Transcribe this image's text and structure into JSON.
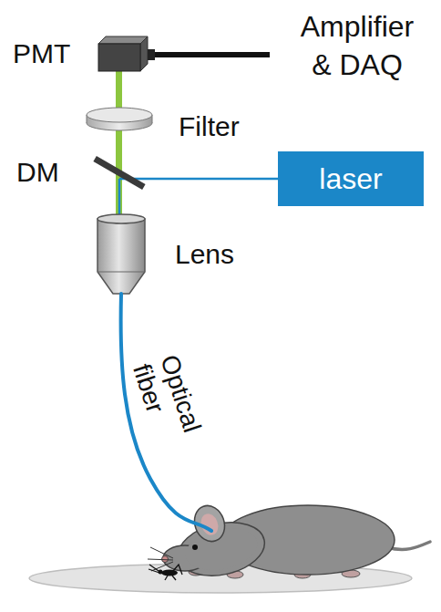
{
  "diagram": {
    "nodes": [
      {
        "text": [
          "laser"
        ]
      }
    ],
    "labels": [
      "PMT",
      "Amplifier & DAQ",
      "Filter",
      "DM",
      "Lens",
      "Optical fiber"
    ]
  }
}
